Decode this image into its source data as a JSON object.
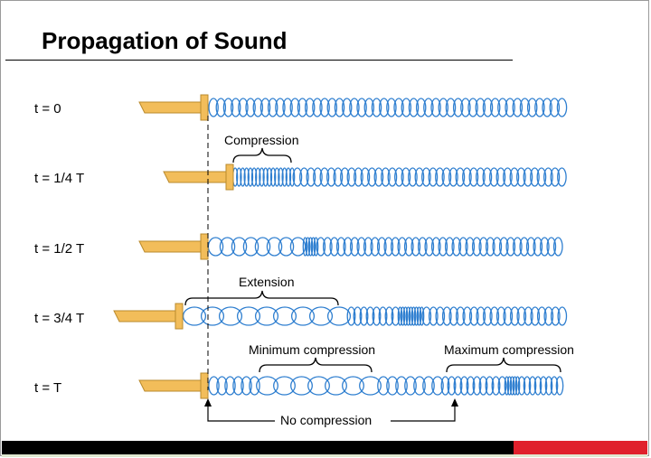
{
  "title": "Propagation of Sound",
  "rows": [
    {
      "label": "t = 0"
    },
    {
      "label": "t = 1/4 T"
    },
    {
      "label": "t = 1/2 T"
    },
    {
      "label": "t = 3/4 T"
    },
    {
      "label": "t = T"
    }
  ],
  "annotations": {
    "compression": "Compression",
    "extension": "Extension",
    "minimum_compression": "Minimum compression",
    "maximum_compression": "Maximum compression",
    "no_compression": "No compression"
  },
  "colors": {
    "spring": "#2f7fd0",
    "piston": "#f2bd5a",
    "piston_outline": "#b98a2c",
    "accent_red": "#e0202c"
  }
}
